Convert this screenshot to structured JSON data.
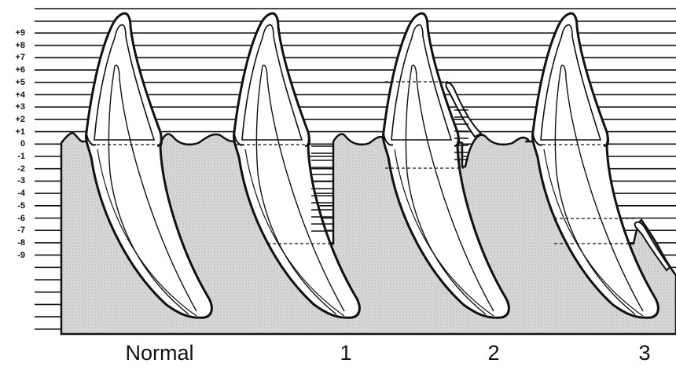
{
  "scale": {
    "labels": [
      "+9",
      "+8",
      "+7",
      "+6",
      "+5",
      "+4",
      "+3",
      "+2",
      "+1",
      "0",
      "-1",
      "-2",
      "-3",
      "-4",
      "-5",
      "-6",
      "-7",
      "-8",
      "-9"
    ]
  },
  "captions": {
    "normal": "Normal",
    "stage1": "1",
    "stage2": "2",
    "stage3": "3"
  },
  "colors": {
    "ink": "#111111",
    "gum": "#d6d6d6",
    "tooth": "#ffffff"
  }
}
